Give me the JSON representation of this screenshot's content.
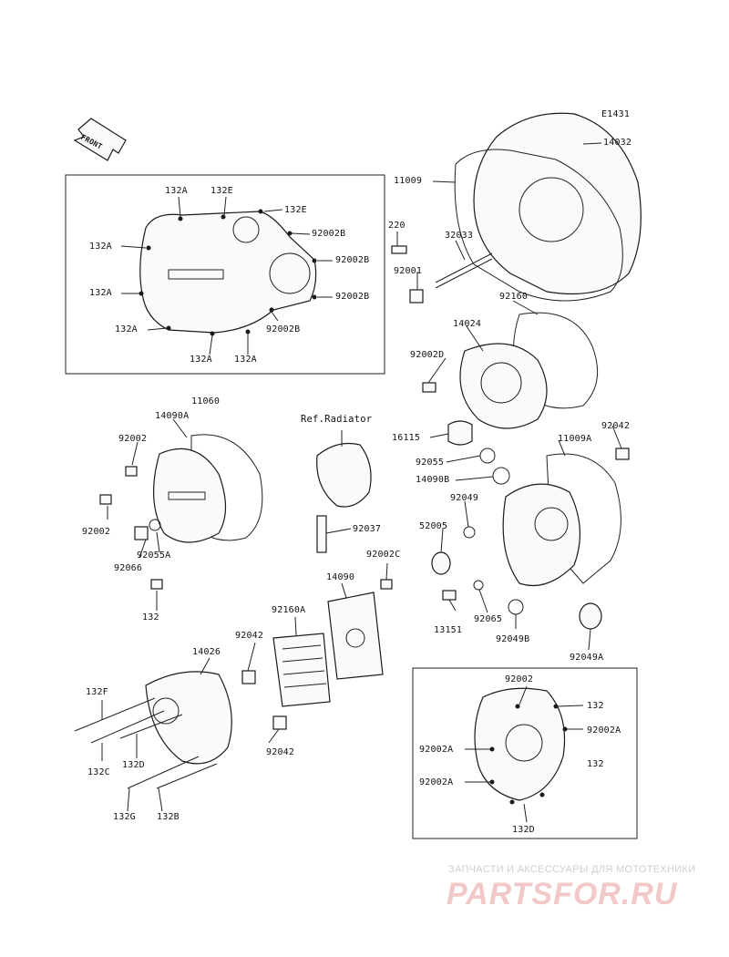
{
  "diagram_code": "E1431",
  "front_label": "FRONT",
  "ref_radiator": "Ref.Radiator",
  "labels": {
    "l_132A_a": "132A",
    "l_132E_a": "132E",
    "l_132E_b": "132E",
    "l_92002B_a": "92002B",
    "l_132A_b": "132A",
    "l_92002B_b": "92002B",
    "l_132A_c": "132A",
    "l_92002B_c": "92002B",
    "l_92002B_d": "92002B",
    "l_132A_d": "132A",
    "l_132A_e": "132A",
    "l_132A_f": "132A",
    "l_14032": "14032",
    "l_11009": "11009",
    "l_220": "220",
    "l_32033": "32033",
    "l_92001": "92001",
    "l_92160": "92160",
    "l_14024": "14024",
    "l_92002D": "92002D",
    "l_11060": "11060",
    "l_14090A": "14090A",
    "l_92002_a": "92002",
    "l_92002_b": "92002",
    "l_92055A": "92055A",
    "l_92066": "92066",
    "l_132_a": "132",
    "l_92037": "92037",
    "l_16115": "16115",
    "l_92055": "92055",
    "l_14090B": "14090B",
    "l_11009A": "11009A",
    "l_92042_a": "92042",
    "l_92049": "92049",
    "l_52005": "52005",
    "l_92002C": "92002C",
    "l_14090": "14090",
    "l_92160A": "92160A",
    "l_13151": "13151",
    "l_92065": "92065",
    "l_92049B": "92049B",
    "l_92049A": "92049A",
    "l_92042_b": "92042",
    "l_14026": "14026",
    "l_132F": "132F",
    "l_132C": "132C",
    "l_132D_a": "132D",
    "l_92042_c": "92042",
    "l_132G": "132G",
    "l_132B": "132B",
    "l_92002_c": "92002",
    "l_132_b": "132",
    "l_92002A_a": "92002A",
    "l_92002A_b": "92002A",
    "l_92002A_c": "92002A",
    "l_132_c": "132",
    "l_132D_b": "132D"
  },
  "watermark": {
    "tagline": "ЗАПЧАСТИ И АКСЕССУАРЫ ДЛЯ МОТОТЕХНИКИ",
    "logo": "PARTSFOR.RU"
  }
}
